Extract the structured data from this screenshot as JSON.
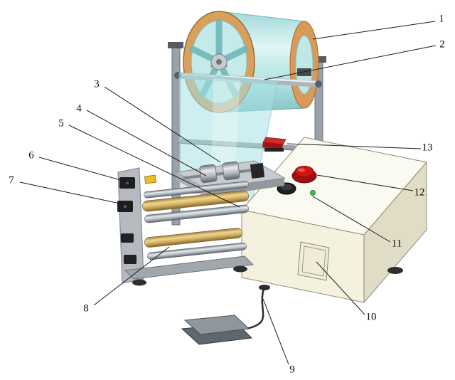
{
  "colors": {
    "background": "#ffffff",
    "film_cyan": "#a8e0e1",
    "roll_rim_orange": "#d79a57",
    "frame_gray": "#9aa1a8",
    "cabinet_cream": "#f5f1df",
    "cabinet_top": "#fbfaf0",
    "cabinet_side": "#e1dcc5",
    "roller_tan": "#d8b468",
    "stop_button_red": "#cc1414",
    "knob_black": "#1f1f1f",
    "sensor_red": "#d42a2a",
    "indicator_green": "#44bb55",
    "cable_black": "#2b2b2b",
    "leader_line": "#1a1a1a"
  },
  "callouts": [
    {
      "label": "1"
    },
    {
      "label": "2"
    },
    {
      "label": "3"
    },
    {
      "label": "4"
    },
    {
      "label": "5"
    },
    {
      "label": "6"
    },
    {
      "label": "7"
    },
    {
      "label": "8"
    },
    {
      "label": "9"
    },
    {
      "label": "10"
    },
    {
      "label": "11"
    },
    {
      "label": "12"
    },
    {
      "label": "13"
    }
  ]
}
